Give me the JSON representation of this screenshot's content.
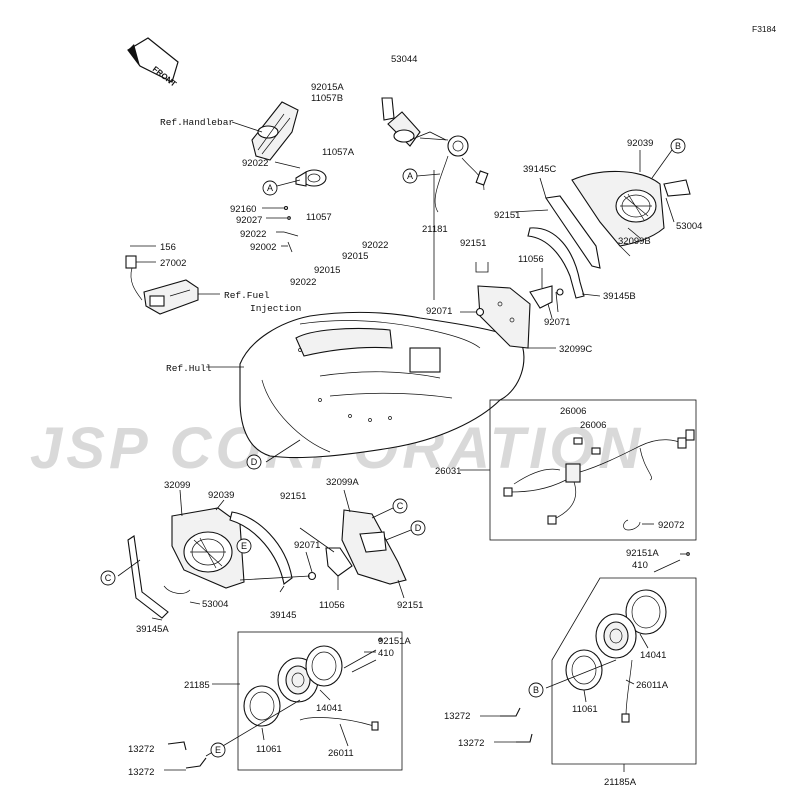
{
  "figure_code": "F3184",
  "front_arrow_label": "FRONT",
  "watermark": "JSP CORPORATION",
  "references": {
    "handlebar": "Ref.Handlebar",
    "fuel_injection_1": "Ref.Fuel",
    "fuel_injection_2": "Injection",
    "hull": "Ref.Hull"
  },
  "callouts": {
    "a1": "A",
    "a2": "A",
    "b1": "B",
    "b2": "B",
    "c1": "C",
    "c2": "C",
    "d1": "D",
    "d2": "D",
    "e1": "E",
    "e2": "E"
  },
  "parts": {
    "p53044": "53044",
    "p92015a_top": "92015A",
    "p11057b": "11057B",
    "p11057a": "11057A",
    "p92022_a": "92022",
    "p92160": "92160",
    "p92027": "92027",
    "p92022_b": "92022",
    "p92002": "92002",
    "p11057": "11057",
    "p21181": "21181",
    "p156": "156",
    "p27002": "27002",
    "p92022_c": "92022",
    "p92015_a": "92015",
    "p92015_b": "92015",
    "p92022_d": "92022",
    "p39145c": "39145C",
    "p92039_top": "92039",
    "p53004_top": "53004",
    "p32099b": "32099B",
    "p92151_a": "92151",
    "p92151_b": "92151",
    "p11056_top": "11056",
    "p39145b": "39145B",
    "p92071_a": "92071",
    "p92071_b": "92071",
    "p32099c": "32099C",
    "p26006_a": "26006",
    "p26006_b": "26006",
    "p26031": "26031",
    "p92072": "92072",
    "p32099": "32099",
    "p92039_bot": "92039",
    "p92151_c": "92151",
    "p32099a": "32099A",
    "p92071_c": "92071",
    "p11056_bot": "11056",
    "p92151_d": "92151",
    "p53004_bot": "53004",
    "p39145": "39145",
    "p39145a": "39145A",
    "p92151a_l": "92151A",
    "p410_l": "410",
    "p21185": "21185",
    "p14041_l": "14041",
    "p11061_l": "11061",
    "p26011": "26011",
    "p13272_a": "13272",
    "p13272_b": "13272",
    "p92151a_r": "92151A",
    "p410_r": "410",
    "p14041_r": "14041",
    "p26011a": "26011A",
    "p11061_r": "11061",
    "p13272_c": "13272",
    "p13272_d": "13272",
    "p21185a": "21185A"
  }
}
